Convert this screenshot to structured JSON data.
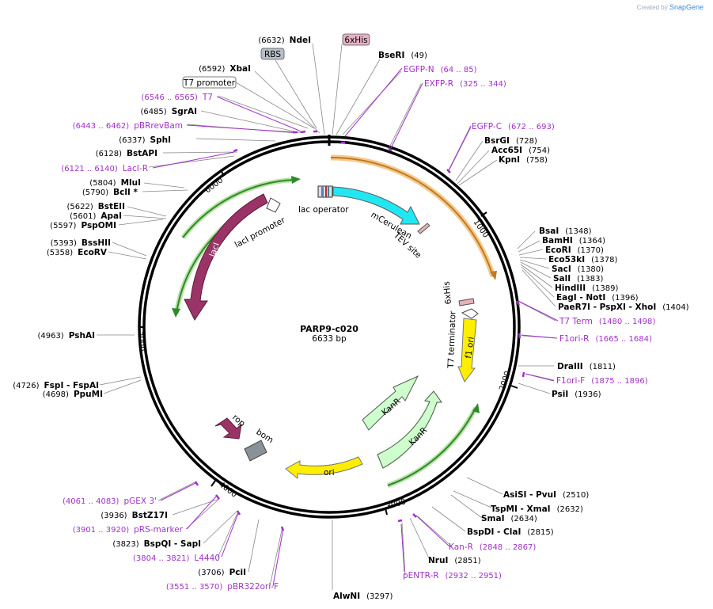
{
  "credit": {
    "prefix": "Created by",
    "brand": "SnapGene"
  },
  "plasmid": {
    "name": "PARP9-c020",
    "size": "6633 bp"
  },
  "ticks": [
    "1000",
    "2000",
    "3000",
    "4000",
    "5000",
    "6000"
  ],
  "colors": {
    "primer": "#a030c8",
    "site": "#000000",
    "backbone": "#000000"
  },
  "feature_labels": {
    "lac_operator": "lac operator",
    "mCerulean": "mCerulean",
    "tev": "TEV site",
    "laci_promoter": "lacI promoter",
    "laci": "lacI",
    "his6": "6xHis",
    "t7term": "T7 terminator",
    "f1ori": "f1 ori",
    "kanr1": "KanR",
    "kanr2": "KanR",
    "ori": "ori",
    "rop": "rop",
    "bom": "bom",
    "rbs": "RBS",
    "his6_top": "6xHis",
    "t7prom": "T7 promoter"
  },
  "sites": [
    {
      "name": "NdeI",
      "pos": "(6632)"
    },
    {
      "name": "XbaI",
      "pos": "(6592)"
    },
    {
      "name": "SgrAI",
      "pos": "(6485)"
    },
    {
      "name": "SphI",
      "pos": "(6337)"
    },
    {
      "name": "BstAPI",
      "pos": "(6128)"
    },
    {
      "name": "MluI",
      "pos": "(5804)"
    },
    {
      "name": "BclI *",
      "pos": "(5790)"
    },
    {
      "name": "BstEII",
      "pos": "(5622)"
    },
    {
      "name": "ApaI",
      "pos": "(5601)"
    },
    {
      "name": "PspOMI",
      "pos": "(5597)"
    },
    {
      "name": "BssHII",
      "pos": "(5393)"
    },
    {
      "name": "EcoRV",
      "pos": "(5358)"
    },
    {
      "name": "PshAI",
      "pos": "(4963)"
    },
    {
      "name": "FspI  - FspAI",
      "pos": "(4726)"
    },
    {
      "name": "PpuMI",
      "pos": "(4698)"
    },
    {
      "name": "BstZ17I",
      "pos": "(3936)"
    },
    {
      "name": "BspQI  - SapI",
      "pos": "(3823)"
    },
    {
      "name": "PciI",
      "pos": "(3706)"
    },
    {
      "name": "AlwNI",
      "pos": "(3297)"
    },
    {
      "name": "BseRI",
      "pos": "(49)"
    },
    {
      "name": "BsrGI",
      "pos": "(728)"
    },
    {
      "name": "Acc65I",
      "pos": "(754)"
    },
    {
      "name": "KpnI",
      "pos": "(758)"
    },
    {
      "name": "BsaI",
      "pos": "(1348)"
    },
    {
      "name": "BamHI",
      "pos": "(1364)"
    },
    {
      "name": "EcoRI",
      "pos": "(1370)"
    },
    {
      "name": "Eco53kI",
      "pos": "(1378)"
    },
    {
      "name": "SacI",
      "pos": "(1380)"
    },
    {
      "name": "SalI",
      "pos": "(1383)"
    },
    {
      "name": "HindIII",
      "pos": "(1389)"
    },
    {
      "name": "EagI  - NotI",
      "pos": "(1396)"
    },
    {
      "name": "PaeR7I  - PspXI  - XhoI",
      "pos": "(1404)"
    },
    {
      "name": "DraIII",
      "pos": "(1811)"
    },
    {
      "name": "PsiI",
      "pos": "(1936)"
    },
    {
      "name": "AsiSI  - PvuI",
      "pos": "(2510)"
    },
    {
      "name": "TspMI  - XmaI",
      "pos": "(2632)"
    },
    {
      "name": "SmaI",
      "pos": "(2634)"
    },
    {
      "name": "BspDI  - ClaI",
      "pos": "(2815)"
    },
    {
      "name": "NruI",
      "pos": "(2851)"
    }
  ],
  "primers": [
    {
      "name": "T7",
      "pos": "(6546 .. 6565)"
    },
    {
      "name": "pBRrevBam",
      "pos": "(6443 .. 6462)"
    },
    {
      "name": "LacI-R",
      "pos": "(6121 .. 6140)"
    },
    {
      "name": "pGEX 3'",
      "pos": "(4061 .. 4083)"
    },
    {
      "name": "pRS-marker",
      "pos": "(3901 .. 3920)"
    },
    {
      "name": "L4440",
      "pos": "(3804 .. 3821)"
    },
    {
      "name": "pBR322ori-F",
      "pos": "(3551 .. 3570)"
    },
    {
      "name": "EGFP-N",
      "pos": "(64 .. 85)"
    },
    {
      "name": "EXFP-R",
      "pos": "(325 .. 344)"
    },
    {
      "name": "EGFP-C",
      "pos": "(672 .. 693)"
    },
    {
      "name": "T7 Term",
      "pos": "(1480 .. 1498)"
    },
    {
      "name": "F1ori-R",
      "pos": "(1665 .. 1684)"
    },
    {
      "name": "F1ori-F",
      "pos": "(1875 .. 1896)"
    },
    {
      "name": "Kan-R",
      "pos": "(2848 .. 2867)"
    },
    {
      "name": "pENTR-R",
      "pos": "(2932 .. 2951)"
    }
  ]
}
